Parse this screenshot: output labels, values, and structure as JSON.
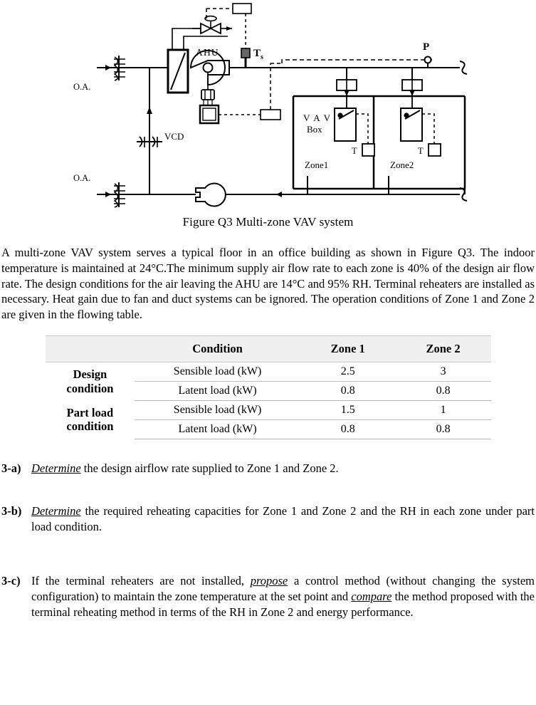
{
  "figure": {
    "caption": "Figure Q3 Multi-zone VAV system",
    "labels": {
      "ahu": "AHU",
      "ts": "T",
      "ts_sub": "s",
      "p": "P",
      "vcd": "VCD",
      "oa_top": "O.A.",
      "oa_bottom": "O.A.",
      "vav_line1": "V A V",
      "vav_line2": "Box",
      "zone1": "Zone1",
      "zone2": "Zone2",
      "t_zone1": "T",
      "t_zone2": "T"
    },
    "icons": {
      "damper": "damper-icon",
      "coil": "cooling-coil-icon",
      "supply_fan": "supply-fan-icon",
      "return_fan": "return-fan-icon",
      "valve": "control-valve-icon",
      "motor": "fan-motor-icon",
      "vfd": "vfd-controller-icon",
      "controller": "controller-box-icon",
      "temp_sensor": "temperature-sensor-icon",
      "pressure_sensor": "pressure-sensor-icon",
      "duct_break": "duct-break-icon",
      "vav_damper": "vav-damper-actuator-icon",
      "thermostat": "thermostat-icon"
    }
  },
  "intro": {
    "paragraph": "A multi-zone VAV system serves a typical floor in an office building as shown in Figure Q3. The indoor temperature is maintained at 24°C.The minimum supply air flow rate to each zone is 40% of the design air flow rate. The design conditions for the air leaving the AHU are 14°C and 95% RH. Terminal reheaters are installed as necessary. Heat gain due to fan and duct systems can be ignored. The operation conditions of Zone 1 and Zone 2 are given in the flowing table."
  },
  "table": {
    "headers": [
      "",
      "Condition",
      "Zone 1",
      "Zone 2"
    ],
    "groups": [
      {
        "label_line1": "Design",
        "label_line2": "condition",
        "rows": [
          {
            "condition": "Sensible load (kW)",
            "zone1": "2.5",
            "zone2": "3"
          },
          {
            "condition": "Latent load (kW)",
            "zone1": "0.8",
            "zone2": "0.8"
          }
        ]
      },
      {
        "label_line1": "Part load",
        "label_line2": "condition",
        "rows": [
          {
            "condition": "Sensible load (kW)",
            "zone1": "1.5",
            "zone2": "1"
          },
          {
            "condition": "Latent load (kW)",
            "zone1": "0.8",
            "zone2": "0.8"
          }
        ]
      }
    ]
  },
  "questions": [
    {
      "label": "3-a)",
      "em1": "Determine",
      "text1": " the design airflow rate supplied to Zone 1 and Zone 2.",
      "em2": "",
      "text2": ""
    },
    {
      "label": "3-b)",
      "em1": "Determine",
      "text1": " the required reheating capacities for Zone 1 and Zone 2 and the RH in each zone under part load condition.",
      "em2": "",
      "text2": ""
    },
    {
      "label": "3-c)",
      "pre": "If the terminal reheaters are not installed, ",
      "em1": "propose",
      "text1": " a control method (without changing the system configuration) to maintain the zone temperature at the set point and ",
      "em2": "compare",
      "text2": " the method proposed with the terminal reheating method in terms of the RH in Zone 2 and energy performance."
    }
  ],
  "colors": {
    "ink": "#000000",
    "table_header_bg": "#f0f0f0",
    "table_rule": "#c0c0c0",
    "sensor_fill": "#666666"
  }
}
